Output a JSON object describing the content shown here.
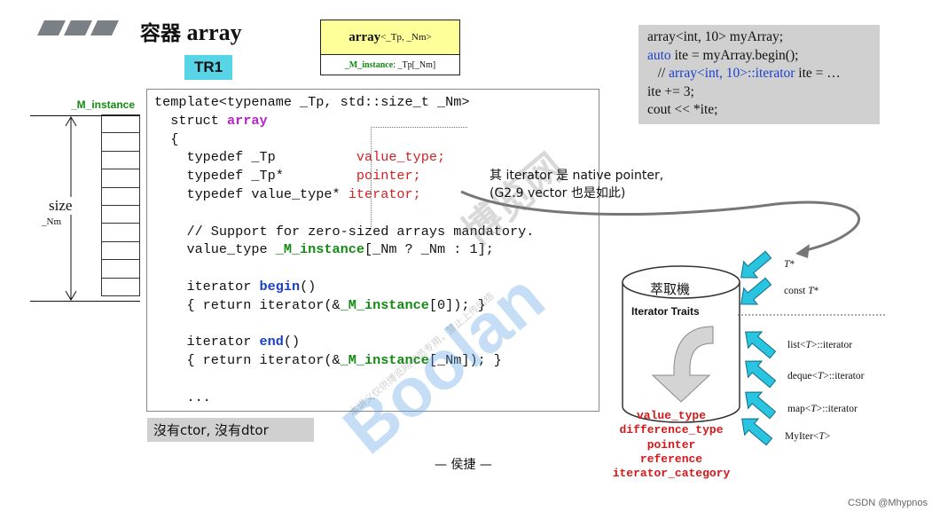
{
  "header": {
    "title_cn": "容器",
    "title_en": "array",
    "tag": "TR1"
  },
  "uml": {
    "name": "array",
    "params": "<_Tp, _Nm>",
    "member": "_M_instance",
    "member_type": " : _Tp[_Nm]"
  },
  "sample_code": {
    "line1": "array<int, 10> myArray;",
    "line2_kw": "auto",
    "line2_rest": " ite = myArray.begin();",
    "line3_prefix": "   // ",
    "line3_blue": "array<int, 10>::iterator",
    "line3_rest": " ite = …",
    "line4": "ite += 3;",
    "line5": "cout << *ite;"
  },
  "array_diagram": {
    "member_label": "_M_instance",
    "size_label": "size",
    "nm_label": "_Nm",
    "cell_count": 10
  },
  "code": {
    "l1": "template<typename _Tp, std::size_t _Nm>",
    "l2_a": "  struct ",
    "l2_kw": "array",
    "l3": "  {",
    "l4_a": "    typedef _Tp          ",
    "l4_r": "value_type;",
    "l5_a": "    typedef _Tp*         ",
    "l5_r": "pointer;",
    "l6_a": "    typedef value_type* ",
    "l6_r": "iterator;",
    "l8": "    // Support for zero-sized arrays mandatory.",
    "l9_a": "    value_type ",
    "l9_g": "_M_instance",
    "l9_b": "[_Nm ? _Nm : 1];",
    "l11_a": "    iterator ",
    "l11_k": "begin",
    "l11_b": "()",
    "l12_a": "    { return iterator(&",
    "l12_g": "_M_instance",
    "l12_b": "[0]); }",
    "l14_a": "    iterator ",
    "l14_k": "end",
    "l14_b": "()",
    "l15_a": "    { return iterator(&",
    "l15_g": "_M_instance",
    "l15_b": "[_Nm]); }",
    "l17": "    ..."
  },
  "note": {
    "line1_a": "其 iterator 是 native pointer,",
    "line2": "(G2.9 vector 也是如此)"
  },
  "footer": {
    "no_ctor": "沒有ctor, 沒有dtor",
    "author": "— 侯捷 —",
    "csdn": "CSDN @Mhypnos"
  },
  "watermark": {
    "brand": "Boolan",
    "cn": "博览网",
    "small": "本讲义仅供博览网学员专用，禁止上传网络"
  },
  "traits": {
    "cylinder_cn": "萃取機",
    "cylinder_en": "Iterator Traits",
    "sources": [
      {
        "pre": "",
        "it": "T",
        "post": "*"
      },
      {
        "pre": "const ",
        "it": "T",
        "post": "*"
      },
      {
        "pre": "list<",
        "it": "T",
        "post": ">::iterator"
      },
      {
        "pre": "deque<",
        "it": "T",
        "post": ">::iterator"
      },
      {
        "pre": "map<",
        "it": "T",
        "post": ">::iterator"
      },
      {
        "pre": "MyIter<",
        "it": "T",
        "post": ">"
      }
    ],
    "outputs": [
      "value_type",
      "difference_type",
      "pointer",
      "reference",
      "iterator_category"
    ]
  }
}
